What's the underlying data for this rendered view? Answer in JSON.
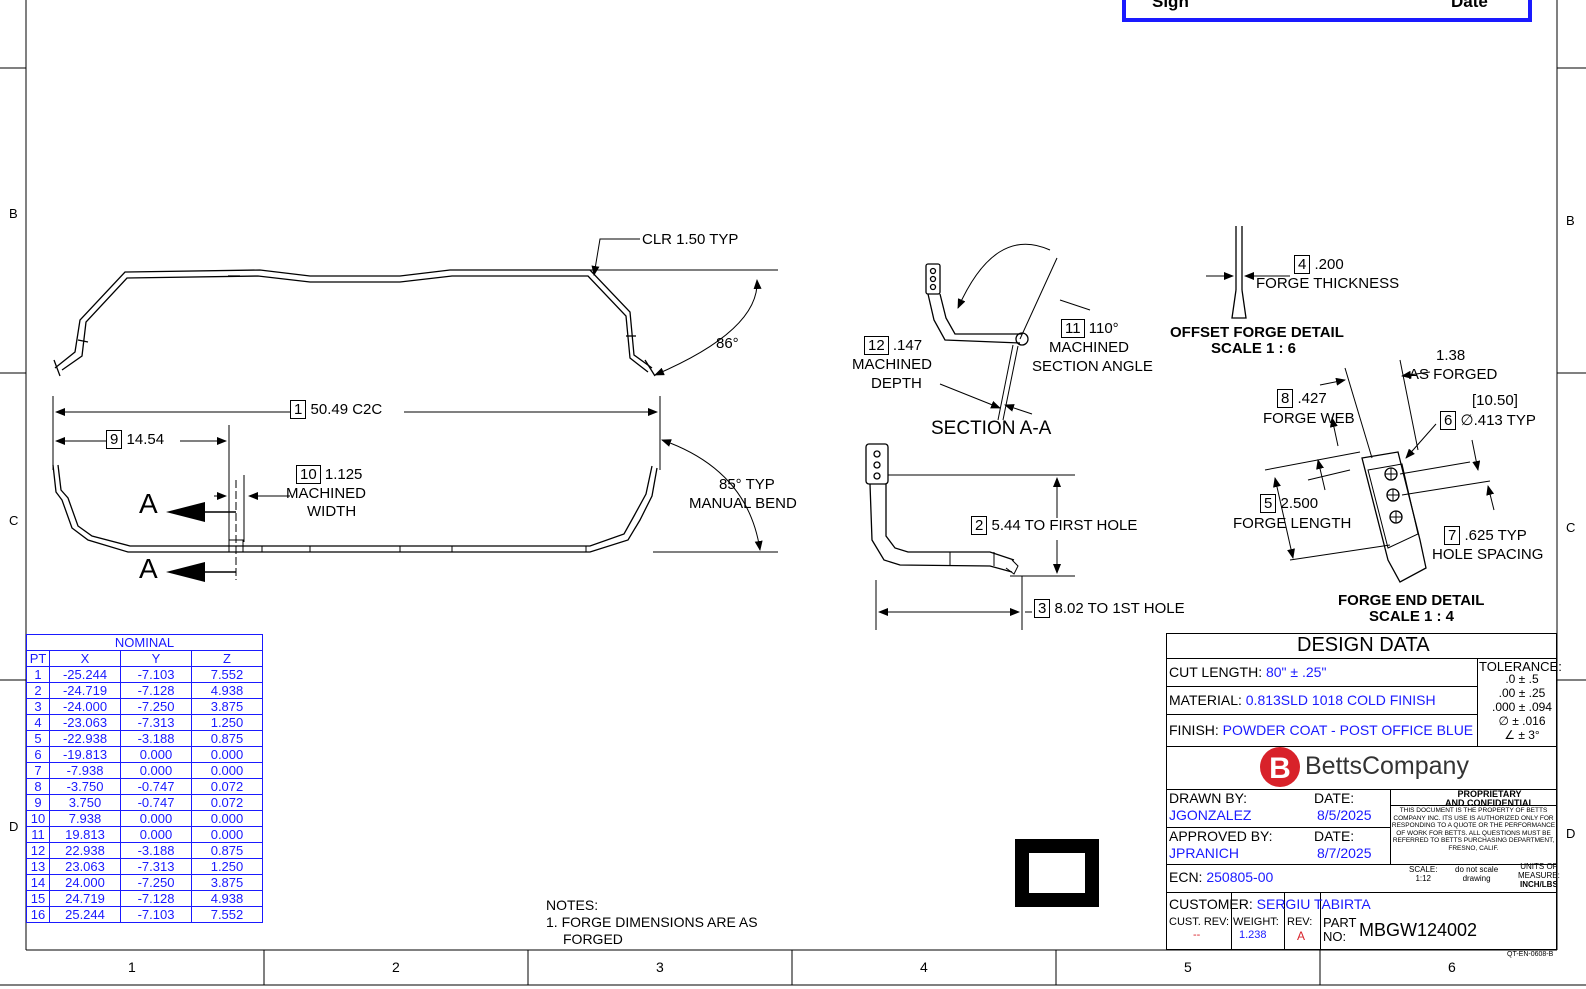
{
  "header_box": {
    "sign_label": "Sign",
    "date_label": "Date"
  },
  "zones": {
    "left": [
      "B",
      "C",
      "D"
    ],
    "right": [
      "B",
      "C",
      "D"
    ],
    "bottom": [
      "1",
      "2",
      "3",
      "4",
      "5",
      "6"
    ]
  },
  "main_view": {
    "clr": "CLR 1.50 TYP",
    "angle_top": "86°",
    "dim1_id": "1",
    "dim1_value": "50.49 C2C",
    "dim9_id": "9",
    "dim9_value": "14.54",
    "dim10_id": "10",
    "dim10_value": "1.125",
    "dim10_label1": "MACHINED",
    "dim10_label2": "WIDTH",
    "section_letter_top": "A",
    "section_letter_bottom": "A",
    "angle_bend_1": "85° TYP",
    "angle_bend_2": "MANUAL BEND"
  },
  "section_view": {
    "dim12_id": "12",
    "dim12_value": ".147",
    "dim12_label1": "MACHINED",
    "dim12_label2": "DEPTH",
    "dim11_id": "11",
    "dim11_value": "110°",
    "dim11_label1": "MACHINED",
    "dim11_label2": "SECTION ANGLE",
    "title": "SECTION A-A"
  },
  "side_view": {
    "dim2_id": "2",
    "dim2_value": "5.44 TO FIRST HOLE",
    "dim3_id": "3",
    "dim3_value": "8.02 TO 1ST HOLE"
  },
  "offset_detail": {
    "dim4_id": "4",
    "dim4_value": ".200",
    "dim4_label": "FORGE THICKNESS",
    "title1": "OFFSET FORGE DETAIL",
    "title2": "SCALE 1 : 6"
  },
  "forge_end_detail": {
    "as_forged_value": "1.38",
    "as_forged_label": "AS FORGED",
    "dim8_id": "8",
    "dim8_value": ".427",
    "dim8_label": "FORGE WEB",
    "dim6_ref": "10.50",
    "dim6_id": "6",
    "dim6_value": "∅.413 TYP",
    "dim5_id": "5",
    "dim5_value": "2.500",
    "dim5_label": "FORGE LENGTH",
    "dim7_id": "7",
    "dim7_value": ".625 TYP",
    "dim7_label": "HOLE SPACING",
    "title1": "FORGE END DETAIL",
    "title2": "SCALE 1 : 4"
  },
  "nominal_table": {
    "title": "NOMINAL",
    "headers": [
      "PT",
      "X",
      "Y",
      "Z"
    ],
    "rows": [
      [
        "1",
        "-25.244",
        "-7.103",
        "7.552"
      ],
      [
        "2",
        "-24.719",
        "-7.128",
        "4.938"
      ],
      [
        "3",
        "-24.000",
        "-7.250",
        "3.875"
      ],
      [
        "4",
        "-23.063",
        "-7.313",
        "1.250"
      ],
      [
        "5",
        "-22.938",
        "-3.188",
        "0.875"
      ],
      [
        "6",
        "-19.813",
        "0.000",
        "0.000"
      ],
      [
        "7",
        "-7.938",
        "0.000",
        "0.000"
      ],
      [
        "8",
        "-3.750",
        "-0.747",
        "0.072"
      ],
      [
        "9",
        "3.750",
        "-0.747",
        "0.072"
      ],
      [
        "10",
        "7.938",
        "0.000",
        "0.000"
      ],
      [
        "11",
        "19.813",
        "0.000",
        "0.000"
      ],
      [
        "12",
        "22.938",
        "-3.188",
        "0.875"
      ],
      [
        "13",
        "23.063",
        "-7.313",
        "1.250"
      ],
      [
        "14",
        "24.000",
        "-7.250",
        "3.875"
      ],
      [
        "15",
        "24.719",
        "-7.128",
        "4.938"
      ],
      [
        "16",
        "25.244",
        "-7.103",
        "7.552"
      ]
    ]
  },
  "notes": {
    "title": "NOTES:",
    "line1": "1. FORGE DIMENSIONS ARE AS",
    "line2": "FORGED"
  },
  "title_block": {
    "design_data": "DESIGN DATA",
    "cut_length_label": "CUT LENGTH:",
    "cut_length_value": "80\" ± .25\"",
    "material_label": "MATERIAL:",
    "material_value": "0.813SLD 1018 COLD FINISH",
    "finish_label": "FINISH:",
    "finish_value": "POWDER COAT - POST OFFICE BLUE",
    "tolerance_label": "TOLERANCE:",
    "tolerance_lines": [
      ".0 ± .5",
      ".00 ± .25",
      ".000 ± .094",
      "∅ ± .016",
      "∠ ± 3°"
    ],
    "company": "BettsCompany",
    "drawn_by_label": "DRAWN BY:",
    "drawn_by_value": "JGONZALEZ",
    "drawn_date_label": "DATE:",
    "drawn_date_value": "8/5/2025",
    "approved_by_label": "APPROVED BY:",
    "approved_by_value": "JPRANICH",
    "approved_date_label": "DATE:",
    "approved_date_value": "8/7/2025",
    "proprietary_title1": "PROPRIETARY",
    "proprietary_title2": "AND CONFIDENTIAL",
    "proprietary_text": "THIS DOCUMENT IS THE PROPERTY OF BETTS COMPANY INC. ITS USE IS AUTHORIZED ONLY FOR RESPONDING TO A QUOTE OR THE PERFORMANCE OF WORK FOR BETTS. ALL QUESTIONS MUST BE REFERRED TO BETTS PURCHASING DEPARTMENT, FRESNO, CALIF.",
    "ecn_label": "ECN:",
    "ecn_value": "250805-00",
    "scale_label": "SCALE:",
    "scale_value": "1:12",
    "scale_note1": "do not scale",
    "scale_note2": "drawing",
    "units_label1": "UNITS OF",
    "units_label2": "MEASURE:",
    "units_value": "INCH/LBS",
    "customer_label": "CUSTOMER:",
    "customer_value": "SERGIU TABIRTA",
    "cust_rev_label": "CUST. REV:",
    "cust_rev_value": "--",
    "weight_label": "WEIGHT:",
    "weight_value": "1.238",
    "rev_label": "REV:",
    "rev_value": "A",
    "part_label1": "PART",
    "part_label2": "NO:",
    "part_value": "MBGW124002",
    "form_id": "QT-EN-0608-B"
  }
}
